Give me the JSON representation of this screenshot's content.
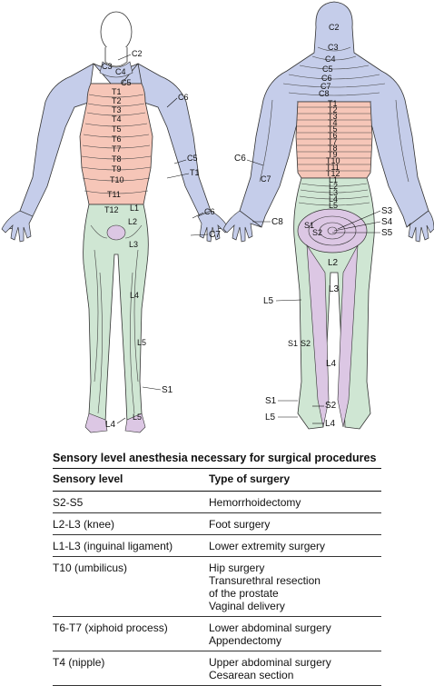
{
  "front_labels": {
    "C2": "C2",
    "C3": "C3",
    "C4": "C4",
    "C5a": "C5",
    "C6": "C6",
    "T1": "T1",
    "T2": "T2",
    "T3": "T3",
    "T4": "T4",
    "T5": "T5",
    "T6": "T6",
    "T7": "T7",
    "T8": "T8",
    "T9": "T9",
    "T10": "T10",
    "T11": "T11",
    "T12": "T12",
    "C5b": "C5",
    "T1b": "T1",
    "C6b": "C6",
    "C7": "C7",
    "L1": "L1",
    "L2": "L2",
    "L3": "L3",
    "L4": "L4",
    "L5": "L5",
    "S1": "S1",
    "L4b": "L4",
    "L5b": "L5"
  },
  "back_labels": {
    "C2": "C2",
    "C3": "C3",
    "C4": "C4",
    "C5": "C5",
    "C6": "C6",
    "C7": "C7",
    "C8": "C8",
    "T1": "T1",
    "T2": "T2",
    "T3": "T3",
    "T4": "T4",
    "T5": "T5",
    "T6": "T6",
    "T7": "T7",
    "T8": "T8",
    "T9": "T9",
    "T10": "T10",
    "T11": "T11",
    "T12": "T12",
    "L1": "L1",
    "L2": "L2",
    "L3": "L3",
    "L4": "L4",
    "L5": "L5",
    "C6side": "C6",
    "C7side": "C7",
    "C8side": "C8",
    "S3": "S3",
    "S4": "S4",
    "S5": "S5",
    "S1a": "S1",
    "S2a": "S2",
    "L2b": "L2",
    "L3b": "L3",
    "L5b": "L5",
    "S1b": "S1",
    "S2b": "S2",
    "L4b": "L4",
    "S1c": "S1",
    "S2c": "S2",
    "L5c": "L5",
    "L4c": "L4"
  },
  "table": {
    "title": "Sensory level anesthesia necessary for surgical procedures",
    "headers": [
      "Sensory level",
      "Type of surgery"
    ],
    "rows": [
      {
        "level": "S2-S5",
        "surgery": [
          "Hemorrhoidectomy"
        ]
      },
      {
        "level": "L2-L3 (knee)",
        "surgery": [
          "Foot surgery"
        ]
      },
      {
        "level": "L1-L3 (inguinal ligament)",
        "surgery": [
          "Lower extremity surgery"
        ]
      },
      {
        "level": "T10 (umbilicus)",
        "surgery": [
          "Hip surgery",
          "Transurethral resection",
          "of the prostate",
          "Vaginal delivery"
        ]
      },
      {
        "level": "T6-T7 (xiphoid process)",
        "surgery": [
          "Lower abdominal surgery",
          "Appendectomy"
        ]
      },
      {
        "level": "T4 (nipple)",
        "surgery": [
          "Upper abdominal surgery",
          "Cesarean section"
        ]
      }
    ]
  },
  "colors": {
    "cervical": "#c5cdea",
    "thoracic": "#f6c6b8",
    "lumbar": "#cfe6d3",
    "sacral": "#dcc7e4",
    "skin": "#ffffff",
    "outline": "#333333"
  }
}
